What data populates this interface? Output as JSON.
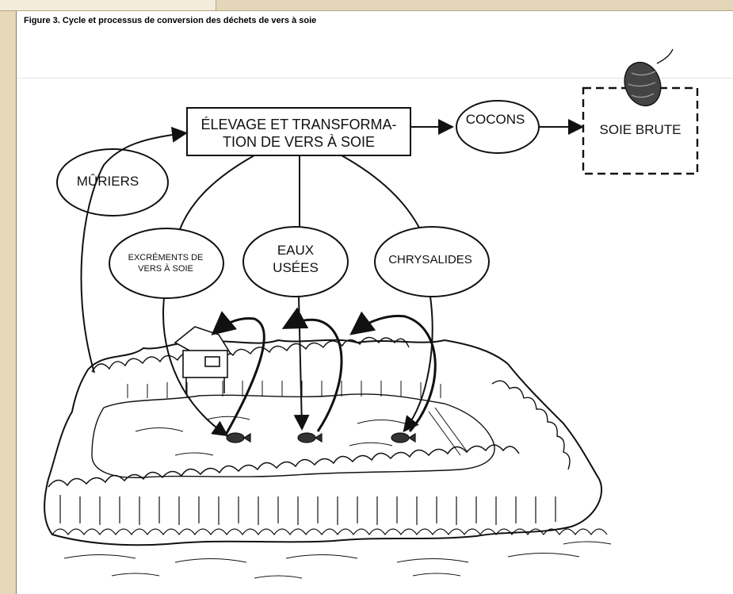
{
  "figure": {
    "title": "Figure 3. Cycle et processus de conversion des déchets de vers à soie"
  },
  "diagram": {
    "center_box": [
      "ÉLEVAGE ET TRANSFORMA-",
      "TION DE VERS À SOIE"
    ],
    "nodes": {
      "cocons": [
        "COCONS"
      ],
      "soie_brute": [
        "SOIE BRUTE"
      ],
      "muriers": [
        "MÛRIERS"
      ],
      "excrements": [
        "EXCRÉMENTS DE",
        "VERS À SOIE"
      ],
      "eaux_usees": [
        "EAUX",
        "USÉES"
      ],
      "chrysalides": [
        "CHRYSALIDES"
      ]
    },
    "icons": {
      "cocoon": "cocoon-icon",
      "house": "house-icon",
      "fish": "fish-icon"
    }
  }
}
